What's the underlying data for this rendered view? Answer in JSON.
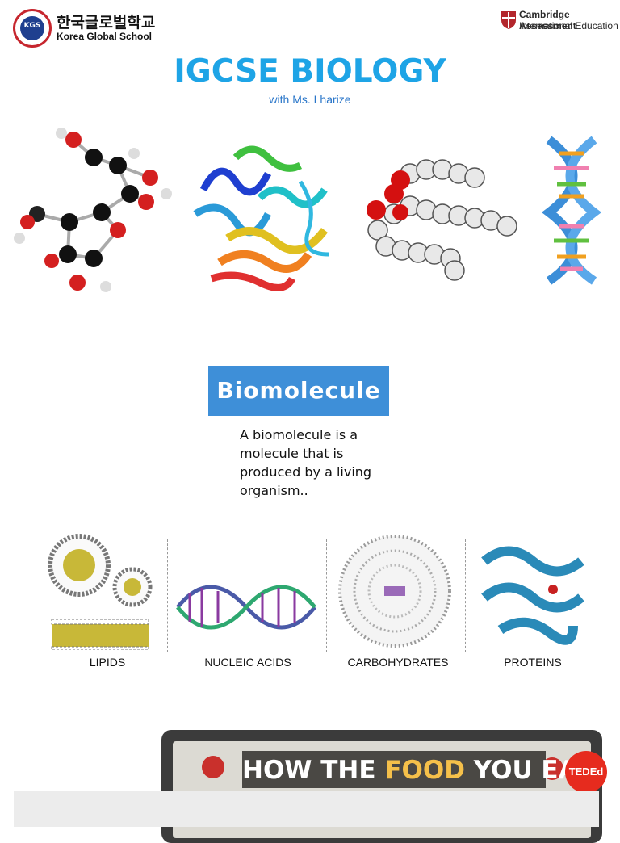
{
  "header": {
    "school_korean": "한국글로벌학교",
    "school_english": "Korea Global School",
    "seal_text": "KGS",
    "cambridge_line1": "Cambridge Assessment",
    "cambridge_line2": "International Education"
  },
  "title": "IGCSE BIOLOGY",
  "subtitle": "with Ms. Lharize",
  "biomolecule": {
    "heading": "Biomolecule",
    "definition": "A biomolecule is a molecule that is produced by a living organism.."
  },
  "classes": [
    {
      "label": "LIPIDS"
    },
    {
      "label": "NUCLEIC ACIDS"
    },
    {
      "label": "CARBOHYDRATES"
    },
    {
      "label": "PROTEINS"
    }
  ],
  "video": {
    "title_part1": "HOW THE ",
    "title_highlight": "FOOD",
    "title_part2": " YOU EAT",
    "badge": "TEDEd"
  },
  "colors": {
    "title_blue": "#1ea4e6",
    "box_blue": "#3e8fd8",
    "video_highlight": "#f5c04a",
    "ted_red": "#e62b1e"
  }
}
